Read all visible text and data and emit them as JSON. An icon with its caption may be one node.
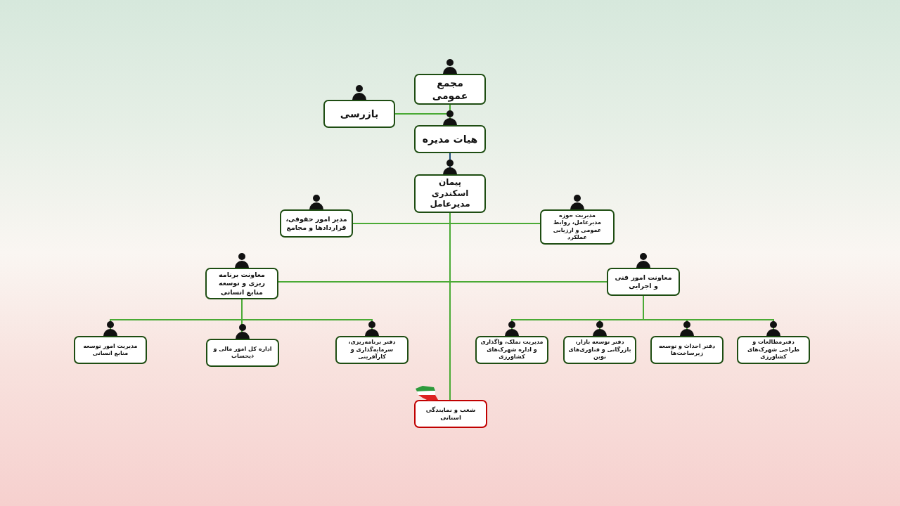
{
  "diagram": {
    "nodes": [
      {
        "text": [
          "مجمع عمومی"
        ]
      },
      {
        "text": [
          "بازرسی"
        ]
      },
      {
        "text": [
          "هیات مدیره"
        ]
      },
      {
        "text": [
          "پیمان اسکندری",
          "مدیرعامل"
        ]
      },
      {
        "text": [
          "مدیر امور حقوقی، قراردادها و مجامع"
        ]
      },
      {
        "text": [
          "مدیریت حوزه مدیرعامل، روابط عمومی و ارزیابی عملکرد"
        ]
      },
      {
        "text": [
          "معاونت برنامه ریزی و توسعه منابع انسانی"
        ]
      },
      {
        "text": [
          "معاونت امور فنی و اجرایی"
        ]
      },
      {
        "text": [
          "مدیریت امور توسعه منابع انسانی"
        ]
      },
      {
        "text": [
          "اداره کل امور مالی و ذیحساب"
        ]
      },
      {
        "text": [
          "دفتر برنامه‌ریزی، سرمایه‌گذاری و کارآفرینی"
        ]
      },
      {
        "text": [
          "مدیریت تملک، واگذاری و اداره شهرک‌های کشاورزی"
        ]
      },
      {
        "text": [
          "دفتر توسعه بازار، بازرگانی و فناوری‌های نوین"
        ]
      },
      {
        "text": [
          "دفتر احداث و توسعه زیرساخت‌ها"
        ]
      },
      {
        "text": [
          "دفترمطالعات و طراحی شهرک‌های کشاورزی"
        ]
      },
      {
        "text": [
          "شعب و نمایندگی استانی"
        ]
      }
    ],
    "edges": [
      {
        "from": 0,
        "to": 2,
        "arrow": "none"
      },
      {
        "from": 0,
        "to": 1,
        "arrow": "none"
      },
      {
        "from": 2,
        "to": 3,
        "arrow": "none",
        "color": "#1f4e79"
      },
      {
        "from": 3,
        "to": 4,
        "arrow": "none"
      },
      {
        "from": 3,
        "to": 5,
        "arrow": "none"
      },
      {
        "from": 3,
        "to": 6,
        "arrow": "none"
      },
      {
        "from": 3,
        "to": 7,
        "arrow": "none"
      },
      {
        "from": 3,
        "to": 15,
        "arrow": "none"
      },
      {
        "from": 6,
        "to": 8,
        "arrow": "none"
      },
      {
        "from": 6,
        "to": 9,
        "arrow": "none"
      },
      {
        "from": 6,
        "to": 10,
        "arrow": "none"
      },
      {
        "from": 7,
        "to": 11,
        "arrow": "none"
      },
      {
        "from": 7,
        "to": 12,
        "arrow": "none"
      },
      {
        "from": 7,
        "to": 13,
        "arrow": "none"
      },
      {
        "from": 7,
        "to": 14,
        "arrow": "none"
      }
    ]
  }
}
